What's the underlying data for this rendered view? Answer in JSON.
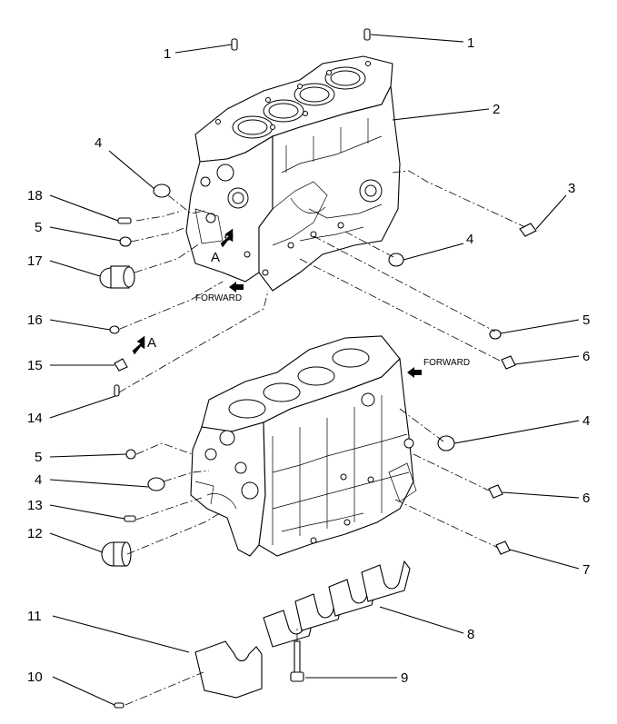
{
  "callouts": {
    "c1a": "1",
    "c1b": "1",
    "c2": "2",
    "c3": "3",
    "c4a": "4",
    "c4b": "4",
    "c4c": "4",
    "c4d": "4",
    "c5a": "5",
    "c5b": "5",
    "c5c": "5",
    "c6a": "6",
    "c6b": "6",
    "c7": "7",
    "c8": "8",
    "c9": "9",
    "c10": "10",
    "c11": "11",
    "c12": "12",
    "c13": "13",
    "c14": "14",
    "c15": "15",
    "c16": "16",
    "c17": "17",
    "c18": "18"
  },
  "view_labels": {
    "a1": "A",
    "a2": "A"
  },
  "annotations": {
    "forward_upper": "FORWARD",
    "forward_lower": "FORWARD"
  }
}
